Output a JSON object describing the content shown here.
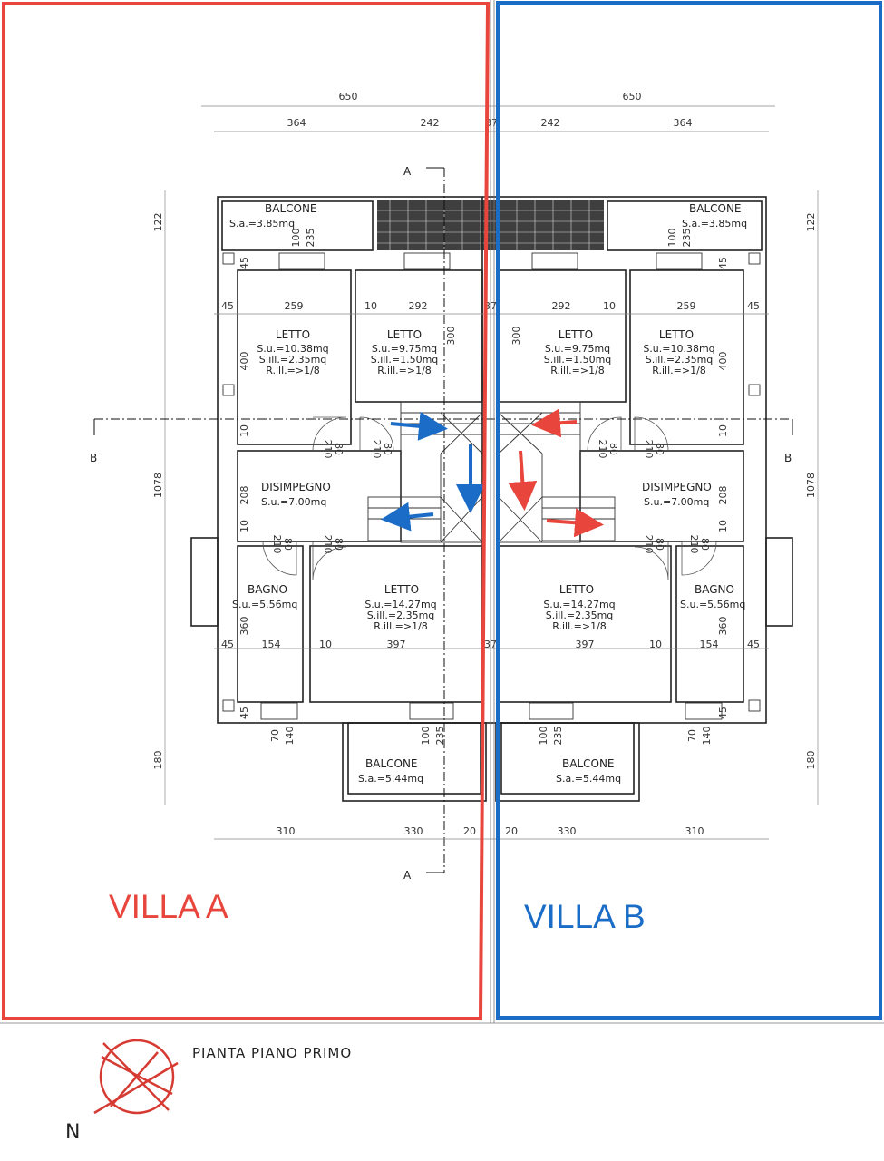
{
  "villas": {
    "a": {
      "label": "VILLA  A",
      "color": "#e8453c"
    },
    "b": {
      "label": "VILLA B",
      "color": "#1a6cc7"
    }
  },
  "title": "PIANTA  PIANO  PRIMO",
  "north": "N",
  "sections": {
    "a": "A",
    "b": "B"
  },
  "rooms": {
    "balcone_top": {
      "name": "BALCONE",
      "area": "S.a.=3.85mq"
    },
    "balcone_bottom": {
      "name": "BALCONE",
      "area": "S.a.=5.44mq"
    },
    "letto_1": {
      "name": "LETTO",
      "su": "S.u.=10.38mq",
      "sill": "S.ill.=2.35mq",
      "rill": "R.ill.=>1/8"
    },
    "letto_2": {
      "name": "LETTO",
      "su": "S.u.=9.75mq",
      "sill": "S.ill.=1.50mq",
      "rill": "R.ill.=>1/8"
    },
    "letto_3": {
      "name": "LETTO",
      "su": "S.u.=14.27mq",
      "sill": "S.ill.=2.35mq",
      "rill": "R.ill.=>1/8"
    },
    "disimpegno": {
      "name": "DISIMPEGNO",
      "su": "S.u.=7.00mq"
    },
    "bagno": {
      "name": "BAGNO",
      "su": "S.u.=5.56mq"
    }
  },
  "dims": {
    "d650": "650",
    "d364": "364",
    "d242": "242",
    "d37": "37",
    "d122": "122",
    "d1078": "1078",
    "d180": "180",
    "d45": "45",
    "d259": "259",
    "d10": "10",
    "d292": "292",
    "d300": "300",
    "d400": "400",
    "d208": "208",
    "d360": "360",
    "d154": "154",
    "d397": "397",
    "d310": "310",
    "d330": "330",
    "d20": "20",
    "d210": "210",
    "d80": "80",
    "d100": "100",
    "d235": "235",
    "d70": "70",
    "d140": "140"
  }
}
